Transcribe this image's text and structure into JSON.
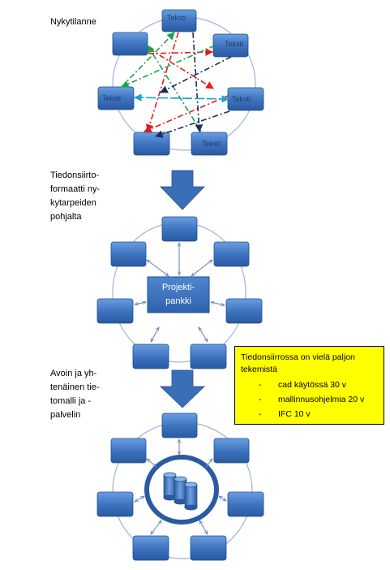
{
  "section1": {
    "lines": [
      "Nykytilanne"
    ]
  },
  "section2": {
    "lines": [
      "Tiedonsiirto-",
      "formaatti ny-",
      "kytarpeiden",
      "pohjalta"
    ]
  },
  "section3": {
    "lines": [
      "Avoin ja yh-",
      "tenäinen tie-",
      "tomalli ja -",
      "palvelin"
    ]
  },
  "boxes": {
    "teksti": "Teksti"
  },
  "hub": {
    "lines": [
      "Projekti-",
      "pankki"
    ]
  },
  "note": {
    "title_lines": [
      "Tiedonsiirrossa on vielä paljon",
      "tekemistä"
    ],
    "items": [
      "cad käytössä 30 v",
      "mallinnusohjelmia 20 v",
      "IFC 10 v"
    ]
  },
  "colors": {
    "box_fill_top": "#5b8fd6",
    "box_fill_bottom": "#2d5fa8",
    "box_stroke": "#1f4f8f",
    "ring": "#9db4d8",
    "arrow_fill": "#3a6fb8",
    "arrow_red": "#e31b1b",
    "arrow_green": "#1aa34a",
    "arrow_navy": "#1b2f5e",
    "arrow_cyan": "#19a6d6",
    "connector": "#5a7fb5",
    "note_bg": "#ffff00"
  }
}
